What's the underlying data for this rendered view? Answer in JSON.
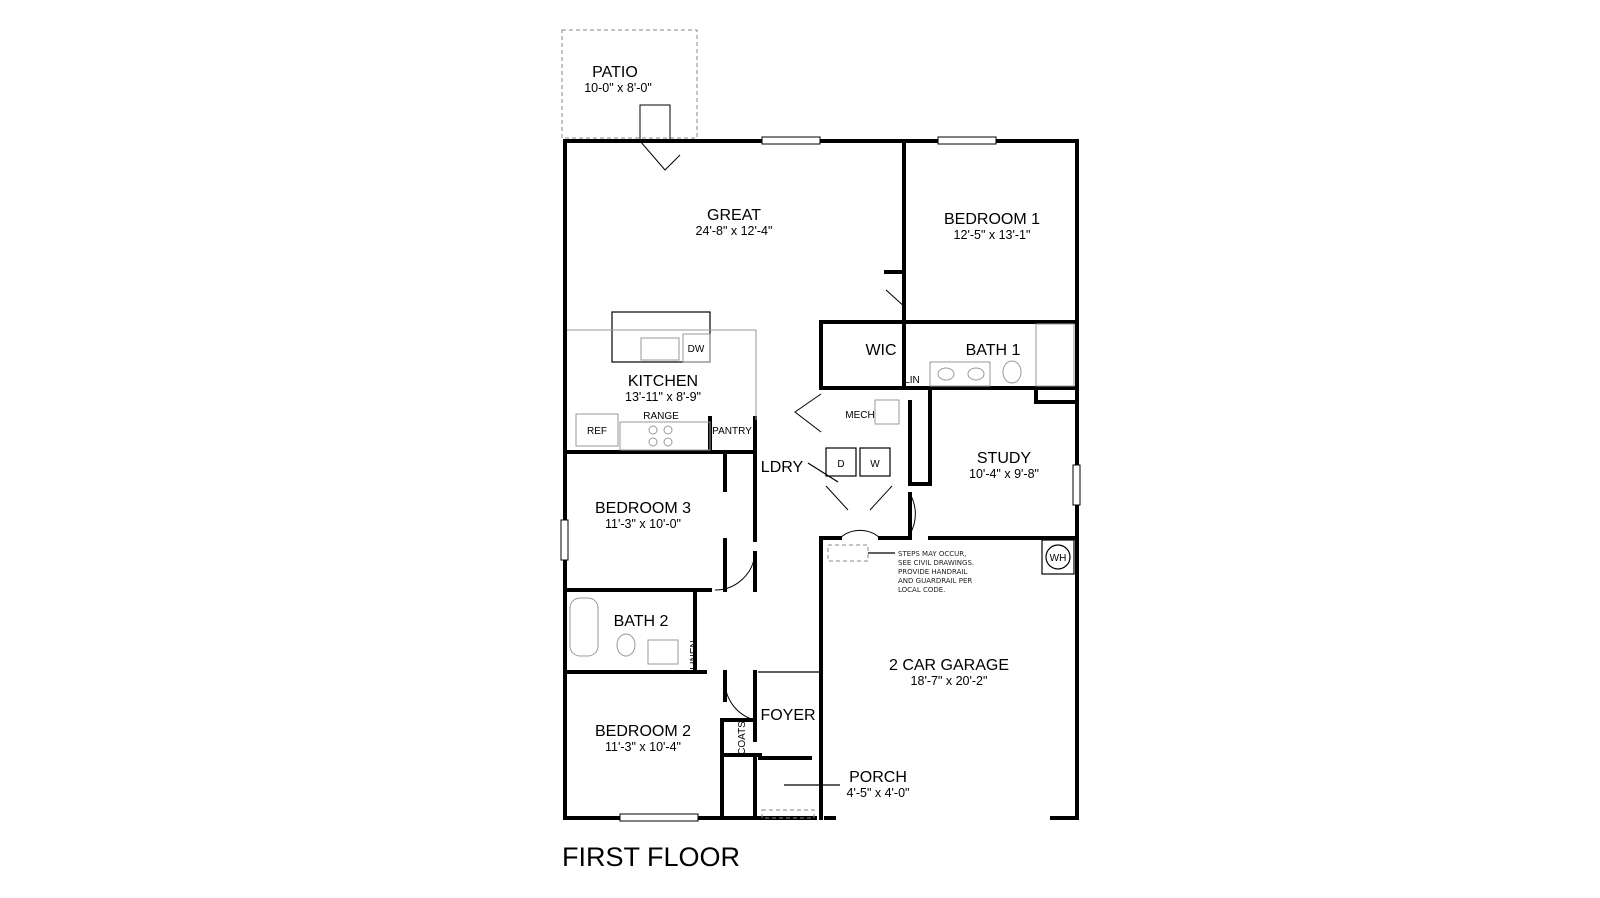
{
  "plan_title": "FIRST FLOOR",
  "rooms": {
    "patio": {
      "name": "PATIO",
      "size": "10-0\" x 8'-0\""
    },
    "great": {
      "name": "GREAT",
      "size": "24'-8\" x 12'-4\""
    },
    "bedroom1": {
      "name": "BEDROOM 1",
      "size": "12'-5\" x 13'-1\""
    },
    "kitchen": {
      "name": "KITCHEN",
      "size": "13'-11\" x 8'-9\""
    },
    "wic": {
      "name": "WIC"
    },
    "bath1": {
      "name": "BATH 1"
    },
    "study": {
      "name": "STUDY",
      "size": "10'-4\" x 9'-8\""
    },
    "ldry": {
      "name": "LDRY"
    },
    "bedroom3": {
      "name": "BEDROOM 3",
      "size": "11'-3\" x 10'-0\""
    },
    "bath2": {
      "name": "BATH 2"
    },
    "garage": {
      "name": "2 CAR GARAGE",
      "size": "18'-7\" x 20'-2\""
    },
    "foyer": {
      "name": "FOYER"
    },
    "bedroom2": {
      "name": "BEDROOM 2",
      "size": "11'-3\" x 10'-4\""
    },
    "porch": {
      "name": "PORCH",
      "size": "4'-5\" x 4'-0\""
    }
  },
  "fixtures": {
    "dw": "DW",
    "ref": "REF",
    "range": "RANGE",
    "pantry": "PANTRY",
    "lin": "LIN",
    "mech": "MECH",
    "dryer": "D",
    "washer": "W",
    "linen": "LINEN",
    "coats": "COATS",
    "wh": "WH"
  },
  "garage_note": [
    "STEPS MAY OCCUR,",
    "SEE CIVIL DRAWINGS.",
    "PROVIDE HANDRAIL",
    "AND GUARDRAIL PER",
    "LOCAL CODE."
  ]
}
